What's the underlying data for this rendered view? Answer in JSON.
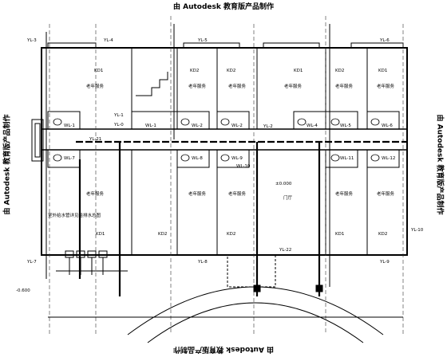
{
  "watermark": "由 Autodesk 教育版产品制作",
  "plan": {
    "room_label": "老年服务",
    "hall_label": "门厅",
    "elevation_label": "±0.000",
    "outside_elevation": "-0.600",
    "pipe_labels_top": [
      "YL-3",
      "YL-4",
      "YL-5",
      "YL-6"
    ],
    "pipe_labels_mid": [
      "YL-1",
      "YL-0",
      "YL-2",
      "YL-21"
    ],
    "pipe_labels_bottom": [
      "YL-7",
      "YL-8",
      "YL-22",
      "YL-9",
      "YL-10"
    ],
    "fixture_labels_upper": [
      "WL-1",
      "WL-1",
      "WL-2",
      "WL-2",
      "WL-4",
      "WL-5",
      "WL-6"
    ],
    "fixture_labels_lower": [
      "WL-7",
      "WL-8",
      "WL-9",
      "WL-10",
      "WL-11",
      "WL-12"
    ],
    "kd_labels_top": [
      "KD1",
      "KD2",
      "KD2",
      "KD1",
      "KD2",
      "KD1"
    ],
    "kd_labels_bottom": [
      "KD1",
      "KD2",
      "KD2",
      "KD1",
      "KD2"
    ],
    "annotation_text": "室外给水管详见给排水总图"
  }
}
